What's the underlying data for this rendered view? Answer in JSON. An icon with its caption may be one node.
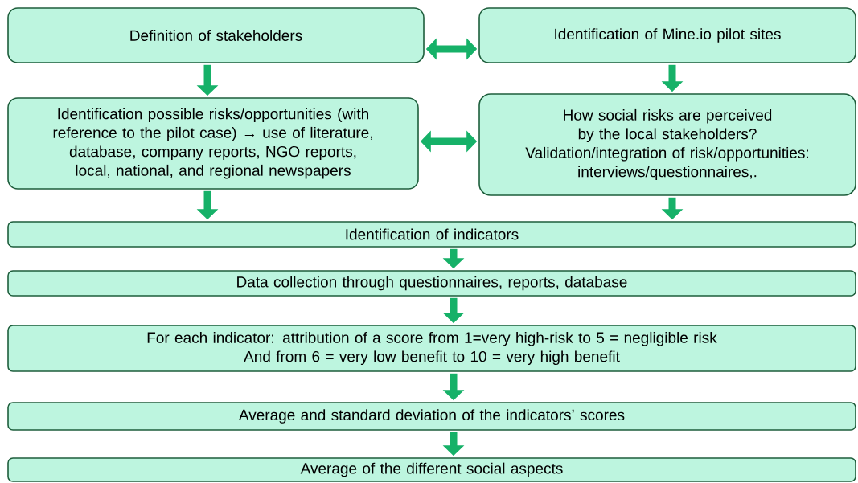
{
  "diagram": {
    "nodes": [
      {
        "text": [
          "Definition of stakeholders"
        ]
      },
      {
        "text": [
          "Identification of Mine.io pilot sites"
        ]
      },
      {
        "text": [
          "Identification possible risks/opportunities (with reference to the pilot case) → use of literature, database, company reports, NGO reports, local, national, and regional newspapers"
        ]
      },
      {
        "text": [
          "How social risks are perceived by the local stakeholders?",
          "Validation/integration of risk/opportunities: interviews/questionnaires,."
        ]
      },
      {
        "text": [
          "Identification of indicators"
        ]
      },
      {
        "text": [
          "Data collection through questionnaires, reports, database"
        ]
      },
      {
        "text": [
          "For each indicator: attribution of a score from 1=very high-risk to 5 = negligible risk",
          "And from 6 = very low benefit to 10 = very high benefit"
        ]
      },
      {
        "text": [
          "Average and standard deviation of the indicators’ scores"
        ]
      },
      {
        "text": [
          "Average of the different social aspects"
        ]
      }
    ],
    "edges": [
      {
        "from": 0,
        "to": 1,
        "arrow": "both"
      },
      {
        "from": 0,
        "to": 2,
        "arrow": "to"
      },
      {
        "from": 1,
        "to": 3,
        "arrow": "to"
      },
      {
        "from": 2,
        "to": 3,
        "arrow": "both"
      },
      {
        "from": 2,
        "to": 4,
        "arrow": "to"
      },
      {
        "from": 3,
        "to": 4,
        "arrow": "to"
      },
      {
        "from": 4,
        "to": 5,
        "arrow": "to"
      },
      {
        "from": 5,
        "to": 6,
        "arrow": "to"
      },
      {
        "from": 6,
        "to": 7,
        "arrow": "to"
      },
      {
        "from": 7,
        "to": 8,
        "arrow": "to"
      }
    ]
  }
}
